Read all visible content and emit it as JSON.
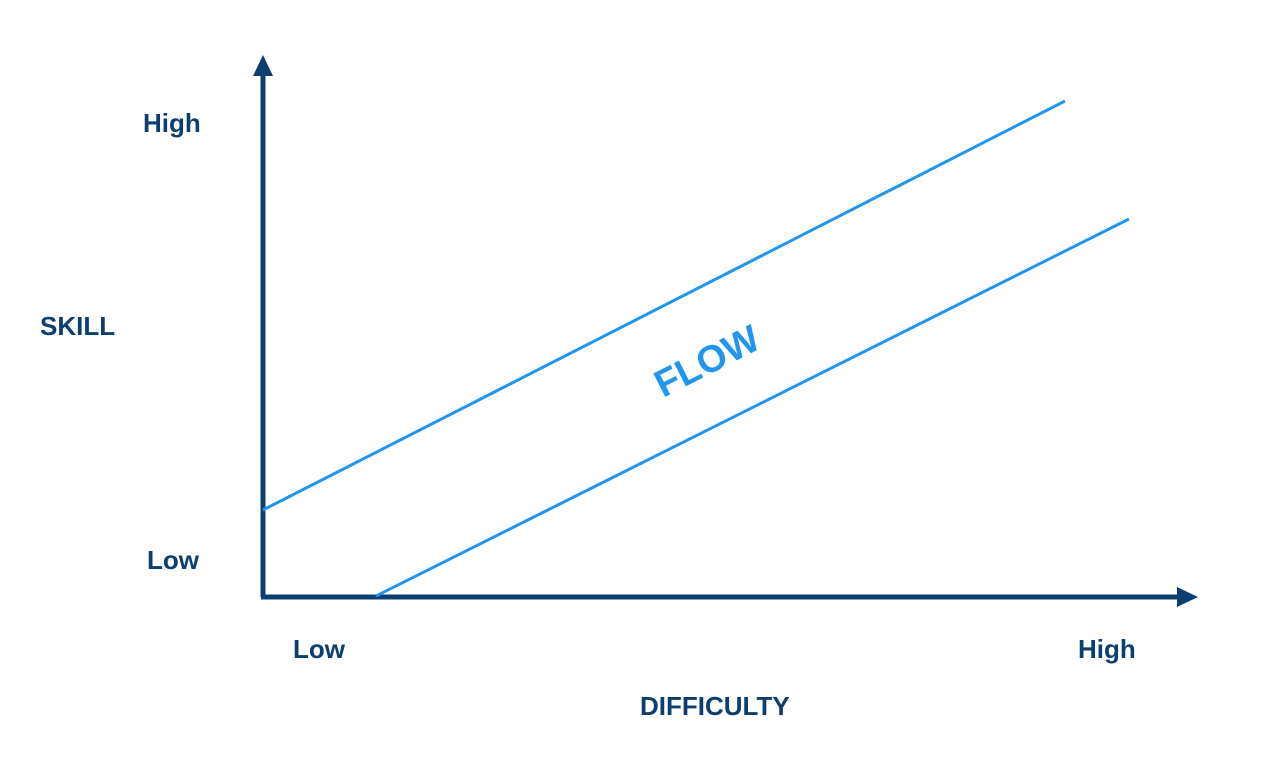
{
  "colors": {
    "axis": "#0d3e70",
    "flow": "#2196ee",
    "background": "#ffffff"
  },
  "y_axis": {
    "title": "SKILL",
    "high_label": "High",
    "low_label": "Low"
  },
  "x_axis": {
    "title": "DIFFICULTY",
    "low_label": "Low",
    "high_label": "High"
  },
  "flow_label": "FLOW"
}
